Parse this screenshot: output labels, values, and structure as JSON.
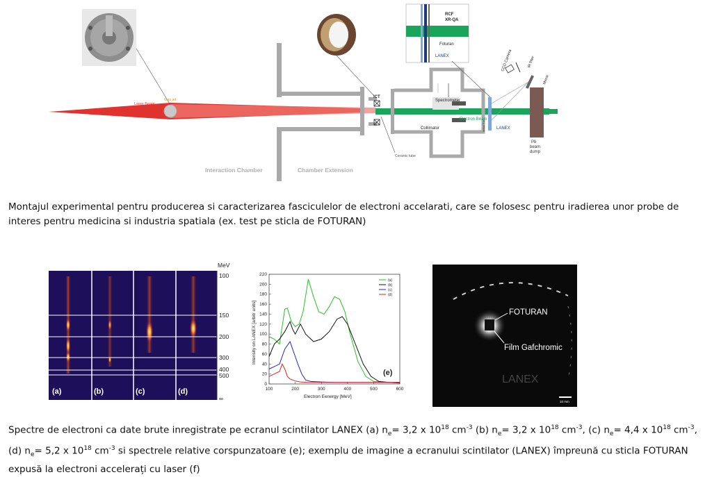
{
  "setup": {
    "labels": {
      "laser_beam": "Laser Beam",
      "gas_jet": "Gas jet",
      "ict": "ICT",
      "ceramic_tube": "Ceramic tube",
      "spectrometer": "Spectrometer",
      "collimator": "Collimator",
      "electron_beam": "Electron Beam",
      "lanex_main": "LANEX",
      "pb_dump": [
        "Pb",
        "beam",
        "dump"
      ],
      "ccd_camera": "CCD Camera",
      "ir_filter": "IR filter",
      "mirror": "Mirror",
      "interaction_chamber": "Interaction Chamber",
      "chamber_extension": "Chamber Extension",
      "inset_rcf": "RCF",
      "inset_xrqa": "XR-QA",
      "inset_foturan": "Foturan",
      "inset_lanex": "LANEX",
      "side_label": "Metal Foil"
    },
    "colors": {
      "laser": "#e0332f",
      "electron": "#1aa55a",
      "chamber": "#a9a9a9",
      "dump": "#7a5a52"
    }
  },
  "caption1": "Montajul experimental pentru producerea si caracterizarea fasciculelor de electroni accelarati, care se folosesc pentru iradierea unor probe de interes pentru medicina si industria spatiala (ex. test pe sticla de FOTURAN)",
  "spectra": {
    "unit": "MeV",
    "ticks": [
      "100",
      "150",
      "200",
      "300",
      "400",
      "500",
      "∞"
    ],
    "panels": [
      "(a)",
      "(b)",
      "(c)",
      "(d)"
    ]
  },
  "chart_data": {
    "type": "line",
    "xlabel": "Electron Eenergy [MeV]",
    "ylabel": "Intensity on LANEX [arbitr units]",
    "xlim": [
      100,
      600
    ],
    "ylim": [
      0,
      220
    ],
    "xticks": [
      "100",
      "200",
      "300",
      "400",
      "500",
      "600"
    ],
    "yticks": [
      "0",
      "20",
      "40",
      "60",
      "80",
      "100",
      "120",
      "140",
      "160",
      "180",
      "200",
      "220"
    ],
    "legend_position": "top-right",
    "panel_label": "(e)",
    "series": [
      {
        "name": "(a)",
        "color": "#22c322",
        "x": [
          100,
          120,
          140,
          160,
          170,
          185,
          200,
          215,
          230,
          250,
          270,
          290,
          310,
          330,
          350,
          370,
          390,
          410,
          440,
          470,
          500,
          550,
          600
        ],
        "y": [
          95,
          90,
          80,
          150,
          152,
          125,
          115,
          120,
          145,
          210,
          175,
          145,
          140,
          155,
          175,
          170,
          145,
          100,
          45,
          15,
          5,
          3,
          2
        ]
      },
      {
        "name": "(b)",
        "color": "#111111",
        "x": [
          100,
          120,
          140,
          160,
          170,
          180,
          190,
          200,
          220,
          240,
          270,
          300,
          330,
          360,
          380,
          400,
          430,
          460,
          490,
          520,
          560,
          600
        ],
        "y": [
          55,
          80,
          90,
          105,
          115,
          125,
          110,
          100,
          120,
          100,
          85,
          90,
          105,
          130,
          135,
          120,
          80,
          40,
          15,
          5,
          3,
          2
        ]
      },
      {
        "name": "(c)",
        "color": "#2222dd",
        "x": [
          100,
          120,
          140,
          160,
          180,
          190,
          200,
          210,
          225,
          240,
          260,
          300,
          350,
          400,
          450,
          500,
          550,
          600
        ],
        "y": [
          30,
          35,
          40,
          70,
          85,
          70,
          55,
          40,
          20,
          8,
          5,
          4,
          3,
          3,
          3,
          3,
          3,
          3
        ]
      },
      {
        "name": "(d)",
        "color": "#dd2222",
        "x": [
          100,
          120,
          140,
          150,
          160,
          170,
          180,
          200,
          220,
          250,
          300,
          400,
          500,
          600
        ],
        "y": [
          15,
          20,
          25,
          40,
          30,
          15,
          10,
          6,
          4,
          3,
          3,
          3,
          3,
          3
        ]
      }
    ]
  },
  "lanex_image": {
    "foturan": "FOTURAN",
    "film": "Film Gafchromic",
    "lanex": "LANEX",
    "scale": "10 mm"
  },
  "caption2": {
    "l1a": "Spectre de electroni ca date brute inregistrate pe ecranul scintilator LANEX  (a) n",
    "e": "e",
    "eq1": "= 3,2 x 10",
    "exp18": "18",
    "cm": " cm",
    "neg3": "-3",
    "b": " (b) n",
    "eq2": "= 3,2 x 10",
    "c": ", (c) n",
    "eq3": "= 4,4 x 10",
    "endcomma": ",",
    "d": "(d) n",
    "eq4": "= 5,2 x 10",
    "l2rest": " si spectrele relative corspunzatoare (e); exemplu de imagine a ecranului scintilator (LANEX) împreună cu sticla FOTURAN",
    "l3": "expusă la electroni accelerați cu laser (f)"
  }
}
